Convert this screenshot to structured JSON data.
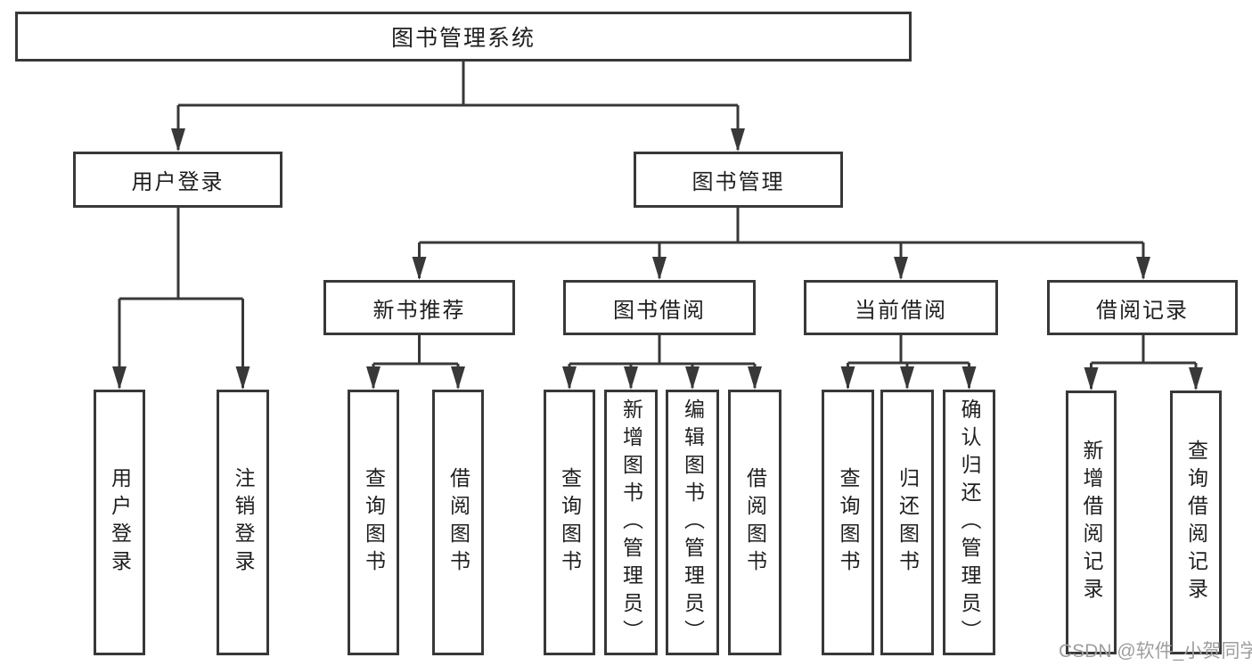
{
  "tree": {
    "root": {
      "label": "图书管理系统",
      "children": [
        {
          "label": "用户登录",
          "children": [
            {
              "label": "用户登录"
            },
            {
              "label": "注销登录"
            }
          ]
        },
        {
          "label": "图书管理",
          "children": [
            {
              "label": "新书推荐",
              "children": [
                {
                  "label": "查询图书"
                },
                {
                  "label": "借阅图书"
                }
              ]
            },
            {
              "label": "图书借阅",
              "children": [
                {
                  "label": "查询图书"
                },
                {
                  "label": "新增图书（管理员）"
                },
                {
                  "label": "编辑图书（管理员）"
                },
                {
                  "label": "借阅图书"
                }
              ]
            },
            {
              "label": "当前借阅",
              "children": [
                {
                  "label": "查询图书"
                },
                {
                  "label": "归还图书"
                },
                {
                  "label": "确认归还（管理员）"
                }
              ]
            },
            {
              "label": "借阅记录",
              "children": [
                {
                  "label": "新增借阅记录"
                },
                {
                  "label": "查询借阅记录"
                }
              ]
            }
          ]
        }
      ]
    }
  },
  "watermark": "CSDN @软件_小贺同学",
  "colors": {
    "line": "#383838",
    "text": "#1f1f1f",
    "watermark": "#9e9e9e",
    "background": "#ffffff"
  }
}
